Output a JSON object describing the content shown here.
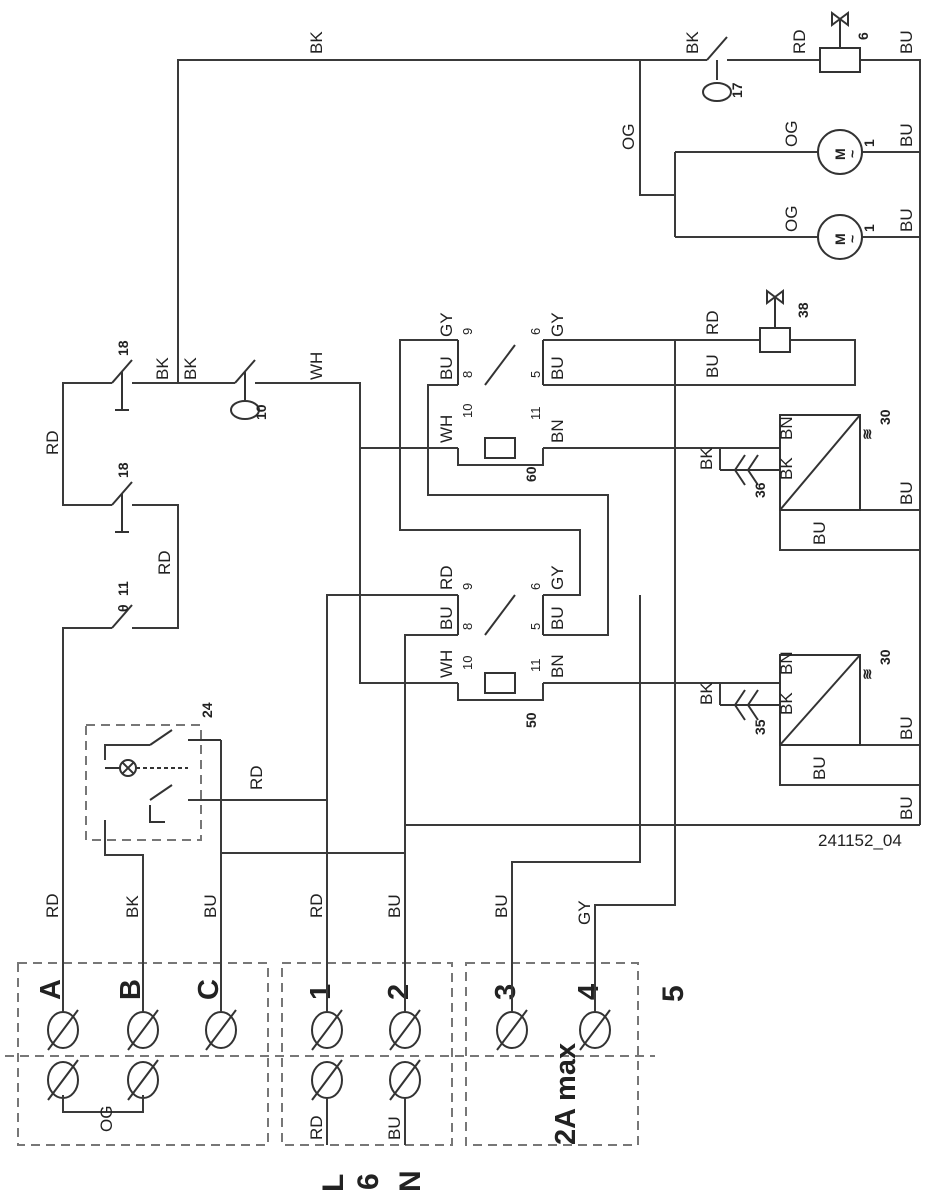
{
  "drawing_id": "241152_04",
  "terminals": {
    "A": "A",
    "B": "B",
    "C": "C",
    "t1": "1",
    "t2": "2",
    "t3": "3",
    "t4": "4",
    "max_rating": "2A max",
    "block5": "5",
    "block6": "6",
    "L": "L",
    "N": "N"
  },
  "wire_colors": {
    "rd": "RD",
    "bk": "BK",
    "bu": "BU",
    "og": "OG",
    "wh": "WH",
    "gy": "GY",
    "bn": "BN"
  },
  "components": {
    "c1": "1",
    "c6": "6",
    "c10": "10",
    "c11": "11",
    "c17": "17",
    "c18": "18",
    "c24": "24",
    "c30": "30",
    "c35": "35",
    "c36": "36",
    "c38": "38",
    "c50": "50",
    "c60": "60"
  },
  "relay_pins": {
    "p5": "5",
    "p6": "6",
    "p8": "8",
    "p9": "9",
    "p10": "10",
    "p11": "11"
  },
  "symbols": {
    "motor": "M",
    "ac": "~",
    "theta": "θ",
    "heat": "≋"
  }
}
